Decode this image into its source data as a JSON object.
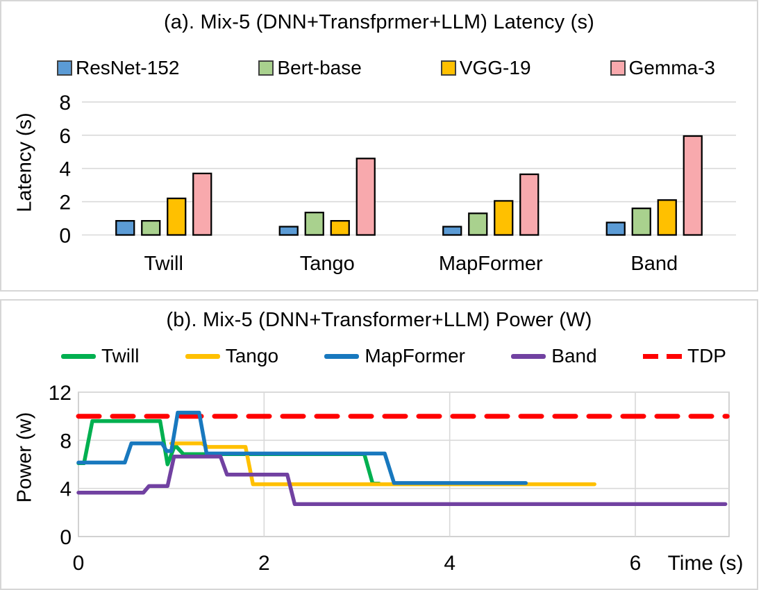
{
  "chart_data": [
    {
      "type": "bar",
      "title": "(a). Mix-5 (DNN+Transfprmer+LLM) Latency (s)",
      "ylabel": "Latency (s)",
      "categories": [
        "Twill",
        "Tango",
        "MapFormer",
        "Band"
      ],
      "series": [
        {
          "name": "ResNet-152",
          "color": "#5B9BD5",
          "values": [
            0.85,
            0.5,
            0.5,
            0.75
          ]
        },
        {
          "name": "Bert-base",
          "color": "#A9D18E",
          "values": [
            0.85,
            1.35,
            1.3,
            1.6
          ]
        },
        {
          "name": "VGG-19",
          "color": "#FFC000",
          "values": [
            2.2,
            0.85,
            2.05,
            2.1
          ]
        },
        {
          "name": "Gemma-3",
          "color": "#F8A9AD",
          "values": [
            3.7,
            4.6,
            3.65,
            5.95
          ]
        }
      ],
      "ylim": [
        0,
        8.7
      ],
      "yticks": [
        0,
        2,
        4,
        6,
        8
      ],
      "grid": "horizontal",
      "legend_position": "top",
      "bar_border_color": "#000000"
    },
    {
      "type": "line",
      "title": "(b). Mix-5 (DNN+Transformer+LLM) Power (W)",
      "ylabel": "Power (w)",
      "xlabel": "Time (s)",
      "xlim": [
        0,
        7.01
      ],
      "ylim": [
        0,
        12
      ],
      "xticks": [
        0,
        2,
        4,
        6
      ],
      "yticks": [
        0,
        4,
        8,
        12
      ],
      "grid": "both",
      "legend_position": "top",
      "series": [
        {
          "name": "TDP",
          "color": "#FF0000",
          "dash": "30 19",
          "width": 7,
          "points": [
            [
              0,
              10
            ],
            [
              6.99,
              10
            ]
          ]
        },
        {
          "name": "Twill",
          "color": "#00B050",
          "dash": null,
          "width": 5.5,
          "points": [
            [
              0,
              6.1
            ],
            [
              0.06,
              6.1
            ],
            [
              0.15,
              9.6
            ],
            [
              0.88,
              9.6
            ],
            [
              0.96,
              6.0
            ],
            [
              1.04,
              7.6
            ],
            [
              1.13,
              6.85
            ],
            [
              3.08,
              6.85
            ],
            [
              3.17,
              4.4
            ],
            [
              3.24,
              4.4
            ]
          ]
        },
        {
          "name": "Tango",
          "color": "#FFC000",
          "dash": null,
          "width": 5.5,
          "points": [
            [
              1.0,
              7.75
            ],
            [
              1.33,
              7.75
            ],
            [
              1.39,
              7.45
            ],
            [
              1.8,
              7.45
            ],
            [
              1.88,
              4.35
            ],
            [
              5.56,
              4.35
            ]
          ]
        },
        {
          "name": "MapFormer",
          "color": "#1878BE",
          "dash": null,
          "width": 5.5,
          "points": [
            [
              0,
              6.15
            ],
            [
              0.5,
              6.15
            ],
            [
              0.57,
              7.75
            ],
            [
              0.9,
              7.75
            ],
            [
              0.95,
              7.1
            ],
            [
              1.0,
              7.1
            ],
            [
              1.07,
              10.3
            ],
            [
              1.3,
              10.3
            ],
            [
              1.38,
              6.9
            ],
            [
              3.3,
              6.9
            ],
            [
              3.4,
              4.45
            ],
            [
              4.82,
              4.45
            ]
          ]
        },
        {
          "name": "Band",
          "color": "#7141A1",
          "dash": null,
          "width": 5.5,
          "points": [
            [
              0,
              3.65
            ],
            [
              0.7,
              3.65
            ],
            [
              0.76,
              4.2
            ],
            [
              0.96,
              4.2
            ],
            [
              1.03,
              6.65
            ],
            [
              1.53,
              6.65
            ],
            [
              1.6,
              5.15
            ],
            [
              2.25,
              5.15
            ],
            [
              2.33,
              2.7
            ],
            [
              6.97,
              2.7
            ]
          ]
        }
      ],
      "legend_order": [
        "Twill",
        "Tango",
        "MapFormer",
        "Band",
        "TDP"
      ]
    }
  ],
  "style": {
    "gridline_color": "#D9D9D9",
    "frame_color": "#C6C6C6"
  }
}
